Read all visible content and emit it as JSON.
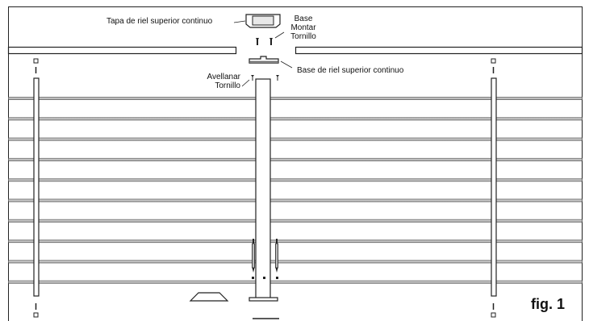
{
  "labels": {
    "top_rail_cap": "Tapa de riel superior continuo",
    "base_mount_screw": [
      "Base",
      "Montar",
      "Tornillo"
    ],
    "countersink_screw": [
      "Avellanar",
      "Tornillo"
    ],
    "top_rail_base": "Base de riel superior continuo"
  },
  "figure_label": "fig. 1",
  "rail_count": 10
}
